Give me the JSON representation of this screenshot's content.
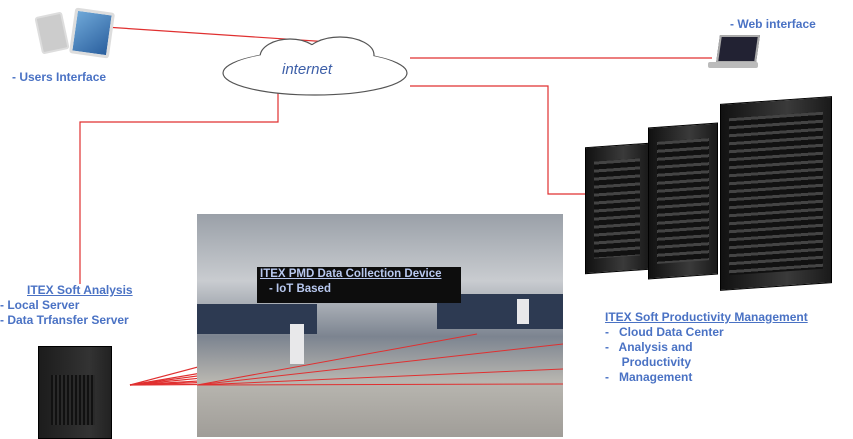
{
  "cloud": {
    "label": "internet"
  },
  "users": {
    "label": "- Users Interface"
  },
  "web": {
    "label": "- Web interface"
  },
  "analysis": {
    "title": "ITEX Soft Analysis",
    "items": [
      "- Local Server",
      "- Data Trfansfer Server"
    ]
  },
  "device": {
    "title": "ITEX PMD Data Collection Device",
    "item": "-  IoT  Based"
  },
  "productivity": {
    "title": "ITEX Soft Productivity Management",
    "items": [
      "-   Cloud Data Center",
      "-   Analysis and",
      "     Productivity",
      "-   Management"
    ]
  },
  "colors": {
    "text": "#4a72c4",
    "wire": "#e03030"
  }
}
